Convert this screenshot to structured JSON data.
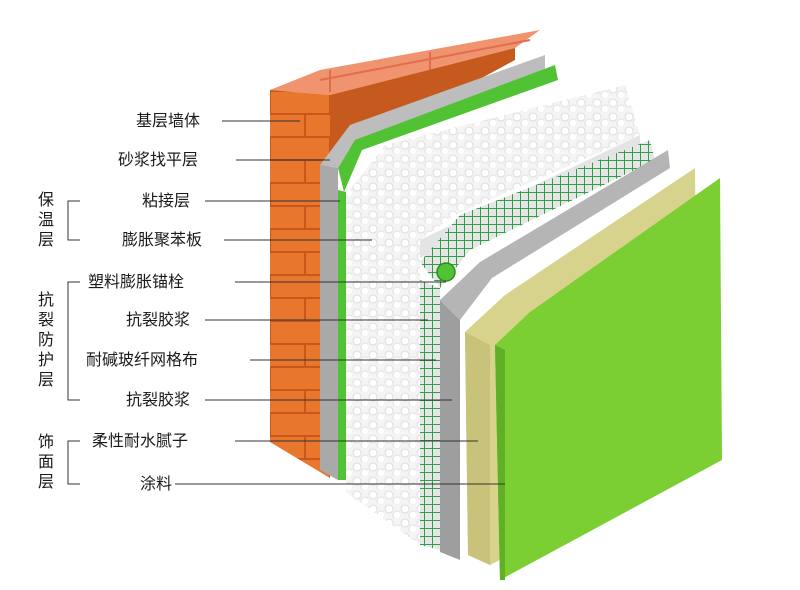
{
  "diagram": {
    "labels": {
      "base_wall": "基层墙体",
      "mortar_leveling": "砂浆找平层",
      "bonding": "粘接层",
      "eps_board": "膨胀聚苯板",
      "plastic_anchor": "塑料膨胀锚栓",
      "anti_crack_mortar_1": "抗裂胶浆",
      "alkali_mesh": "耐碱玻纤网格布",
      "anti_crack_mortar_2": "抗裂胶浆",
      "putty": "柔性耐水腻子",
      "coating": "涂料"
    },
    "groups": {
      "insulation": "保温层",
      "anti_crack_protection": "抗裂防护层",
      "finish": "饰面层"
    },
    "colors": {
      "brick_front": "#e8762c",
      "brick_top": "#f08a70",
      "mortar": "#c9c9c9",
      "bond_green": "#52c235",
      "eps": "#f2f2f2",
      "mesh": "#3aa84a",
      "putty_yellow": "#d9d48f",
      "coating_green": "#7ccf32",
      "leader_line": "#333333"
    }
  }
}
